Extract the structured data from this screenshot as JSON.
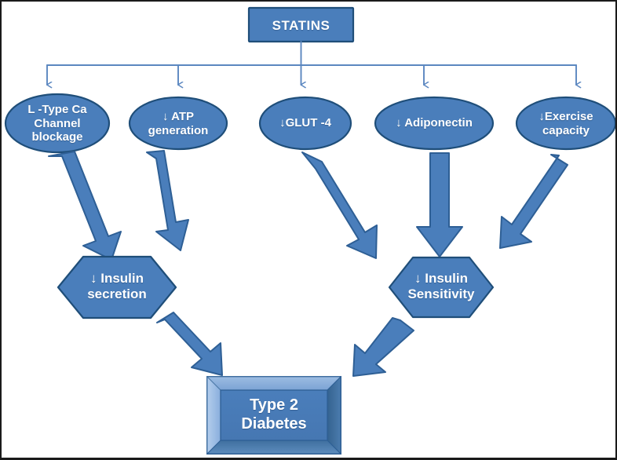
{
  "diagram": {
    "title": "STATINS",
    "type": "flowchart",
    "orientation": "top-down",
    "colors": {
      "node_fill": "#4a7ebb",
      "node_fill_light": "#6f9bd1",
      "node_fill_dark": "#3c6da8",
      "node_stroke": "#1f4e79",
      "connector": "#5b87c0",
      "block_arrow_fill": "#4a7ebb",
      "block_arrow_stroke": "#2e5f95",
      "text": "#ffffff",
      "background": "#ffffff",
      "border": "#1a1a1a"
    },
    "root": {
      "id": "statins",
      "shape": "rectangle",
      "label": "STATINS"
    },
    "mechanisms": [
      {
        "id": "l-type-ca-channel-blockage",
        "shape": "ellipse",
        "label": "L -Type Ca\nChannel\nblockage",
        "leads_to": "insulin-secretion"
      },
      {
        "id": "atp-generation",
        "shape": "ellipse",
        "label": "↓ ATP\ngeneration",
        "leads_to": "insulin-secretion"
      },
      {
        "id": "glut-4",
        "shape": "ellipse",
        "label": "↓GLUT -4",
        "leads_to": "insulin-sensitivity"
      },
      {
        "id": "adiponectin",
        "shape": "ellipse",
        "label": "↓ Adiponectin",
        "leads_to": "insulin-sensitivity"
      },
      {
        "id": "exercise-capacity",
        "shape": "ellipse",
        "label": "↓Exercise\ncapacity",
        "leads_to": "insulin-sensitivity"
      }
    ],
    "intermediates": [
      {
        "id": "insulin-secretion",
        "shape": "hexagon",
        "label": "↓ Insulin\nsecretion",
        "leads_to": "type-2-diabetes"
      },
      {
        "id": "insulin-sensitivity",
        "shape": "hexagon",
        "label": "↓ Insulin\nSensitivity",
        "leads_to": "type-2-diabetes"
      }
    ],
    "outcome": {
      "id": "type-2-diabetes",
      "shape": "beveled-rectangle",
      "label": "Type 2\nDiabetes"
    }
  }
}
